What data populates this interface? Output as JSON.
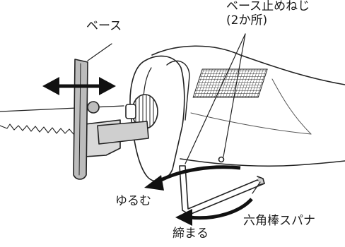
{
  "labels": {
    "base": "ベース",
    "base_screw_line1": "ベース止めねじ",
    "base_screw_line2": "(2か所)",
    "loosen": "ゆるむ",
    "tighten": "締まる",
    "hex_wrench": "六角棒スパナ"
  }
}
